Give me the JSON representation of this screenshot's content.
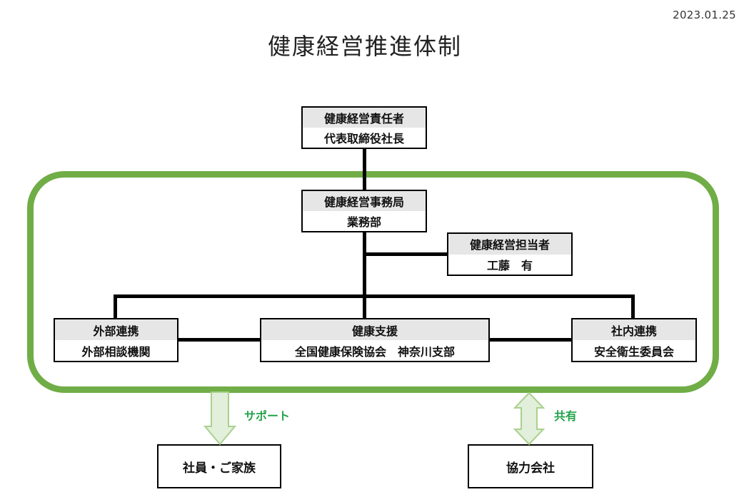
{
  "date": "2023.01.25",
  "title": "健康経営推進体制",
  "colors": {
    "frame": "#70ad47",
    "arrow_fill": "#e2efda",
    "arrow_stroke": "#a9d18e",
    "header_bg": "#e7e6e6",
    "label_green": "#21a34a"
  },
  "nodes": {
    "responsible": {
      "header": "健康経営責任者",
      "body": "代表取締役社長"
    },
    "office": {
      "header": "健康経営事務局",
      "body": "業務部"
    },
    "staff": {
      "header": "健康経営担当者",
      "body": "工藤　有"
    },
    "external": {
      "header": "外部連携",
      "body": "外部相談機関"
    },
    "support": {
      "header": "健康支援",
      "body": "全国健康保険協会　神奈川支部"
    },
    "internal": {
      "header": "社内連携",
      "body": "安全衛生委員会"
    },
    "employees": {
      "label": "社員・ご家族"
    },
    "partners": {
      "label": "協力会社"
    }
  },
  "arrows": {
    "support_label": "サポート",
    "share_label": "共有"
  }
}
